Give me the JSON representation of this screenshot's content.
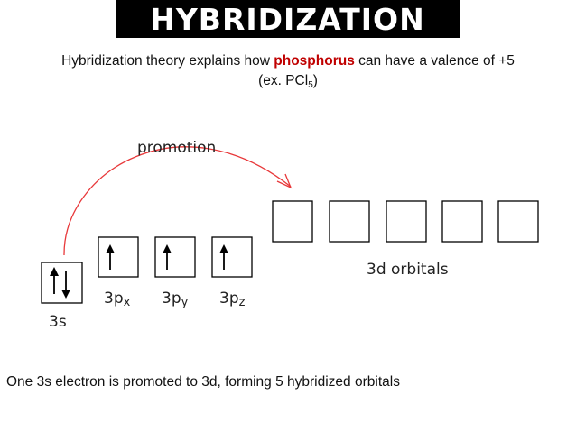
{
  "title": "HYBRIDIZATION",
  "intro": {
    "before": "Hybridization theory explains how ",
    "highlight": "phosphorus",
    "after": " can have a valence of +5",
    "example_prefix": "(ex. PCl",
    "example_sub": "5",
    "example_suffix": ")"
  },
  "diagram": {
    "promotion_label": "promotion",
    "s_orbital": {
      "label": "3s",
      "electrons": "paired"
    },
    "p_orbitals": [
      {
        "label": "3p",
        "sub": "x",
        "electrons": 1
      },
      {
        "label": "3p",
        "sub": "y",
        "electrons": 1
      },
      {
        "label": "3p",
        "sub": "z",
        "electrons": 1
      }
    ],
    "d_orbitals_label": "3d orbitals",
    "d_orbital_count": 5,
    "arrow_color": "#e8383a"
  },
  "caption": "One 3s electron is promoted to 3d, forming 5 hybridized orbitals"
}
